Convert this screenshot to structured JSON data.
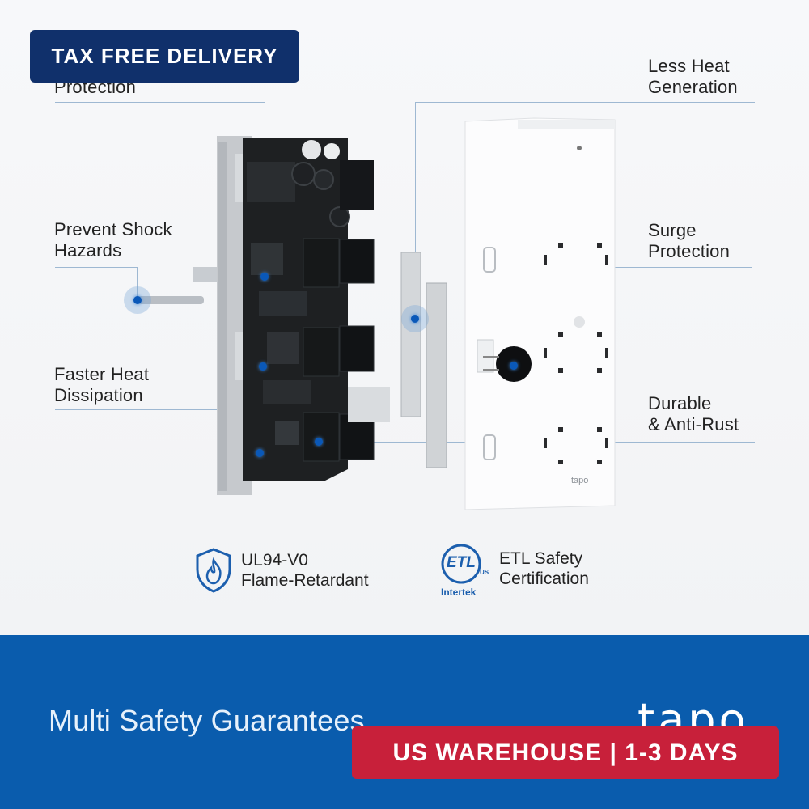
{
  "badges": {
    "top": "TAX FREE DELIVERY",
    "bottom": "US WAREHOUSE | 1-3 DAYS"
  },
  "callouts": {
    "protection": "Protection",
    "prevent_shock_1": "Prevent Shock",
    "prevent_shock_2": "Hazards",
    "faster_heat_1": "Faster Heat",
    "faster_heat_2": "Dissipation",
    "less_heat_1": "Less Heat",
    "less_heat_2": "Generation",
    "surge_1": "Surge",
    "surge_2": "Protection",
    "durable_1": "Durable",
    "durable_2": "& Anti-Rust"
  },
  "certifications": [
    {
      "line1": "UL94-V0",
      "line2": "Flame-Retardant",
      "icon": "flame-shield-icon"
    },
    {
      "line1": "ETL Safety",
      "line2": "Certification",
      "icon": "etl-intertek-icon",
      "logo_mark": "ETL",
      "logo_sub": "Intertek",
      "logo_us": "US"
    }
  ],
  "device": {
    "cover_logo": "tapo"
  },
  "footer": {
    "headline": "Multi Safety Guarantees",
    "brand": "tapo"
  },
  "colors": {
    "accent_blue": "#0a5cad",
    "badge_navy": "#10306b",
    "badge_red": "#c8203a",
    "dot_blue": "#0a58b8"
  }
}
